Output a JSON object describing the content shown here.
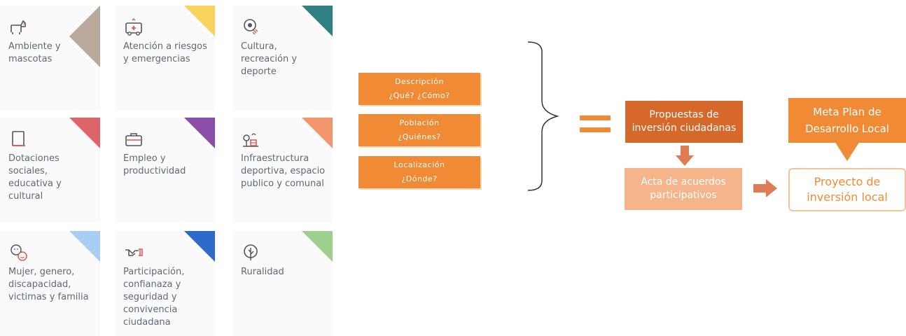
{
  "categories": [
    {
      "label": "Ambiente y\nmascotas",
      "icon": "pet-icon",
      "color": "#b9a99c"
    },
    {
      "label": "Atención a riesgos\ny emergencias",
      "icon": "ambulance-icon",
      "color": "#f8d25a"
    },
    {
      "label": "Cultura,\nrecreación y\ndeporte",
      "icon": "soccer-ball-icon",
      "color": "#2f7f84"
    },
    {
      "label": "Dotaciones\nsociales,\neducativa y\ncultural",
      "icon": "book-icon",
      "color": "#dd6468"
    },
    {
      "label": "Empleo y\nproductividad",
      "icon": "briefcase-icon",
      "color": "#8a4ea8"
    },
    {
      "label": "Infraestructura\ndeportiva, espacio\npublico y comunal",
      "icon": "park-icon",
      "color": "#f2956c"
    },
    {
      "label": "Mujer, genero,\ndiscapacidad,\nvictimas y familia",
      "icon": "people-icon",
      "color": "#a9cdf4"
    },
    {
      "label": "Participación,\nconfianaza y\nseguridad y\nconvivencia\nciudadana",
      "icon": "handshake-icon",
      "color": "#2d69c9"
    },
    {
      "label": "Ruralidad",
      "icon": "tree-icon",
      "color": "#9fcf8d"
    }
  ],
  "criteria": [
    {
      "title": "Descripción",
      "question": "¿Qué? ¿Cómo?"
    },
    {
      "title": "Población",
      "question": "¿Quiénes?"
    },
    {
      "title": "Localización",
      "question": "¿Dónde?"
    }
  ],
  "flow": {
    "proposals": "Propuestas de\ninversión ciudadanas",
    "agreements": "Acta de acuerdos\nparticipativos",
    "meta_plan": "Meta Plan de\nDesarrollo Local",
    "project": "Proyecto de\ninversión local"
  },
  "colors": {
    "accent": "#f08a34",
    "dark_accent": "#d6682a",
    "light_accent": "#f6b48b"
  }
}
